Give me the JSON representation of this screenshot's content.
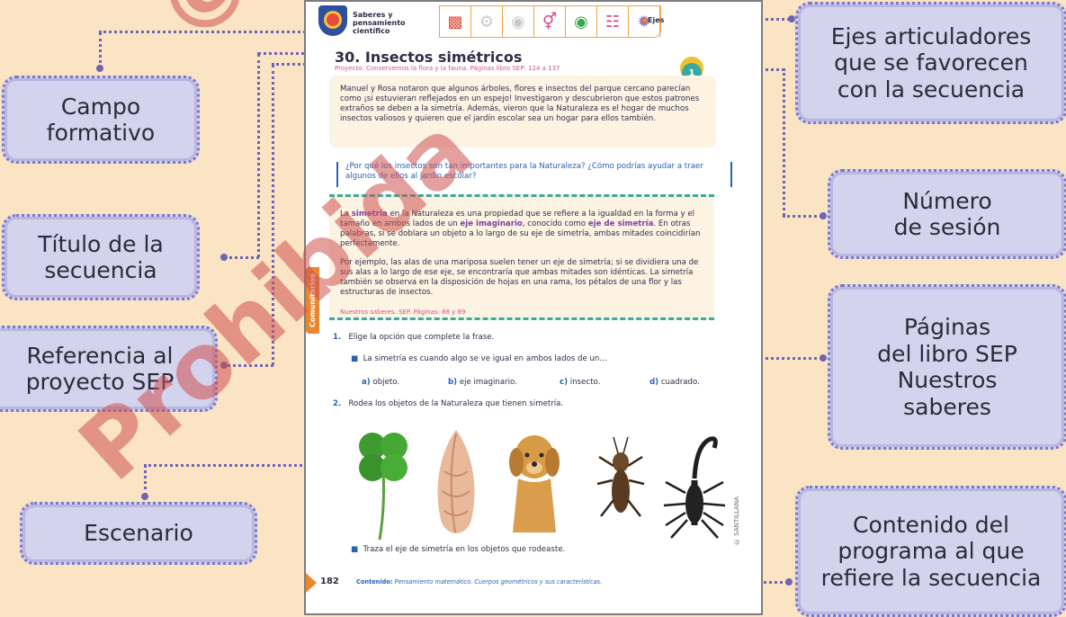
{
  "callouts": {
    "campo": [
      "Campo",
      "formativo"
    ],
    "titulo": [
      "Título de la",
      "secuencia"
    ],
    "referencia": [
      "Referencia al",
      "proyecto SEP"
    ],
    "escenario": [
      "Escenario"
    ],
    "ejes": [
      "Ejes articuladores",
      "que se favorecen",
      "con la secuencia"
    ],
    "numero": [
      "Número",
      "de sesión"
    ],
    "paginas": [
      "Páginas",
      "del libro SEP",
      "Nuestros",
      "saberes"
    ],
    "contenido": [
      "Contenido del",
      "programa al que",
      "refiere la secuencia"
    ]
  },
  "page": {
    "header": {
      "field_title": "Saberes y pensamiento científico",
      "ejes_label": "Ejes"
    },
    "title": "30. Insectos simétricos",
    "project_ref": "Proyecto: Conservemos la flora y la fauna. Páginas libro SEP: 124 a 137",
    "session_label": "SESIÓN",
    "session_number": "1",
    "story": "Manuel y Rosa notaron que algunos árboles, flores e insectos del parque cercano parecían como ¡si estuvieran reflejados en un espejo! Investigaron y descubrieron que estos patrones extraños se deben a la simetría. Además, vieron que la Naturaleza es el hogar de muchos insectos valiosos y quieren que el jardín escolar sea un hogar para ellos también.",
    "question": "¿Por qué los insectos son tan importantes para la Naturaleza? ¿Cómo podrías ayudar a traer algunos de ellos al jardín escolar?",
    "info": {
      "p1_a": "La ",
      "p1_b": "simetría",
      "p1_c": " en la Naturaleza es una propiedad que se refiere a la igualdad en la forma y el tamaño en ambos lados de un ",
      "p1_d": "eje imaginario",
      "p1_e": ", conocido como ",
      "p1_f": "eje de simetría",
      "p1_g": ". En otras palabras, si se doblara un objeto a lo largo de su eje de simetría, ambas mitades coincidirían perfectamente.",
      "p2": "Por ejemplo, las alas de una mariposa suelen tener un eje de simetría; si se dividiera una de sus alas a lo largo de ese eje, se encontraría que ambas mitades son idénticas. La simetría también se observa en la disposición de hojas en una rama, los pétalos de una flor y las estructuras de insectos.",
      "saberes_ref": "Nuestros saberes. SEP. Páginas: 88 y 89"
    },
    "scenario_tab": "Comunitarios",
    "q1": {
      "num": "1.",
      "text": "Elige la opción que complete la frase.",
      "stem": "La simetría es cuando algo se ve igual en ambos lados de un...",
      "options": [
        {
          "letter": "a)",
          "text": "objeto."
        },
        {
          "letter": "b)",
          "text": "eje imaginario."
        },
        {
          "letter": "c)",
          "text": "insecto."
        },
        {
          "letter": "d)",
          "text": "cuadrado."
        }
      ]
    },
    "q2": {
      "num": "2.",
      "text": "Rodea los objetos de la Naturaleza que tienen simetría."
    },
    "trace": "Traza el eje de simetría en los objetos que rodeaste.",
    "copyright": "© SANTILLANA",
    "page_number": "182",
    "content_label": "Contenido:",
    "content_text": "Pensamiento matemático. Cuerpos geométricos y sus características."
  },
  "watermark": [
    "©S",
    "Prohibida"
  ],
  "colors": {
    "callout_bg": "#d4d3ee",
    "callout_border": "#7e78c0",
    "accent_orange": "#e8872f",
    "question_blue": "#2a62b2",
    "pink_ref": "#d3548a"
  }
}
